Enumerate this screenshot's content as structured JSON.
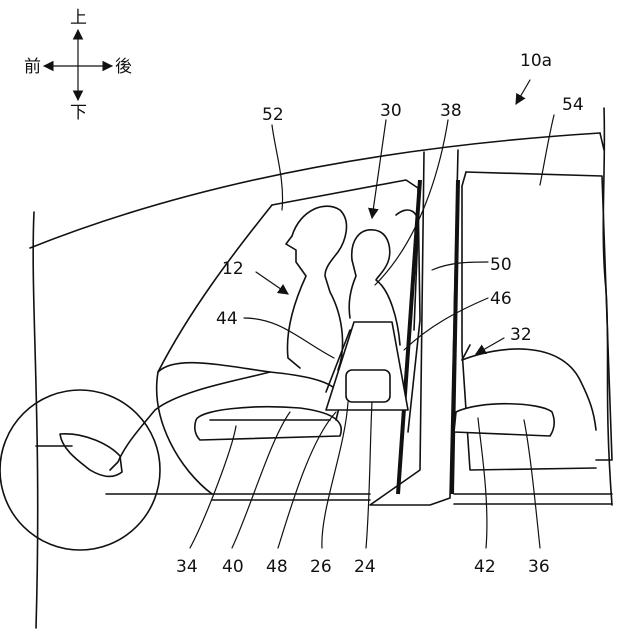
{
  "figure_ref": "10a",
  "direction_indicator": {
    "up": "上",
    "down": "下",
    "front": "前",
    "rear": "後"
  },
  "reference_numerals": {
    "n12": "12",
    "n24": "24",
    "n26": "26",
    "n30": "30",
    "n32": "32",
    "n34": "34",
    "n36": "36",
    "n38": "38",
    "n40": "40",
    "n42": "42",
    "n44": "44",
    "n46": "46",
    "n48": "48",
    "n50": "50",
    "n52": "52",
    "n54": "54"
  }
}
